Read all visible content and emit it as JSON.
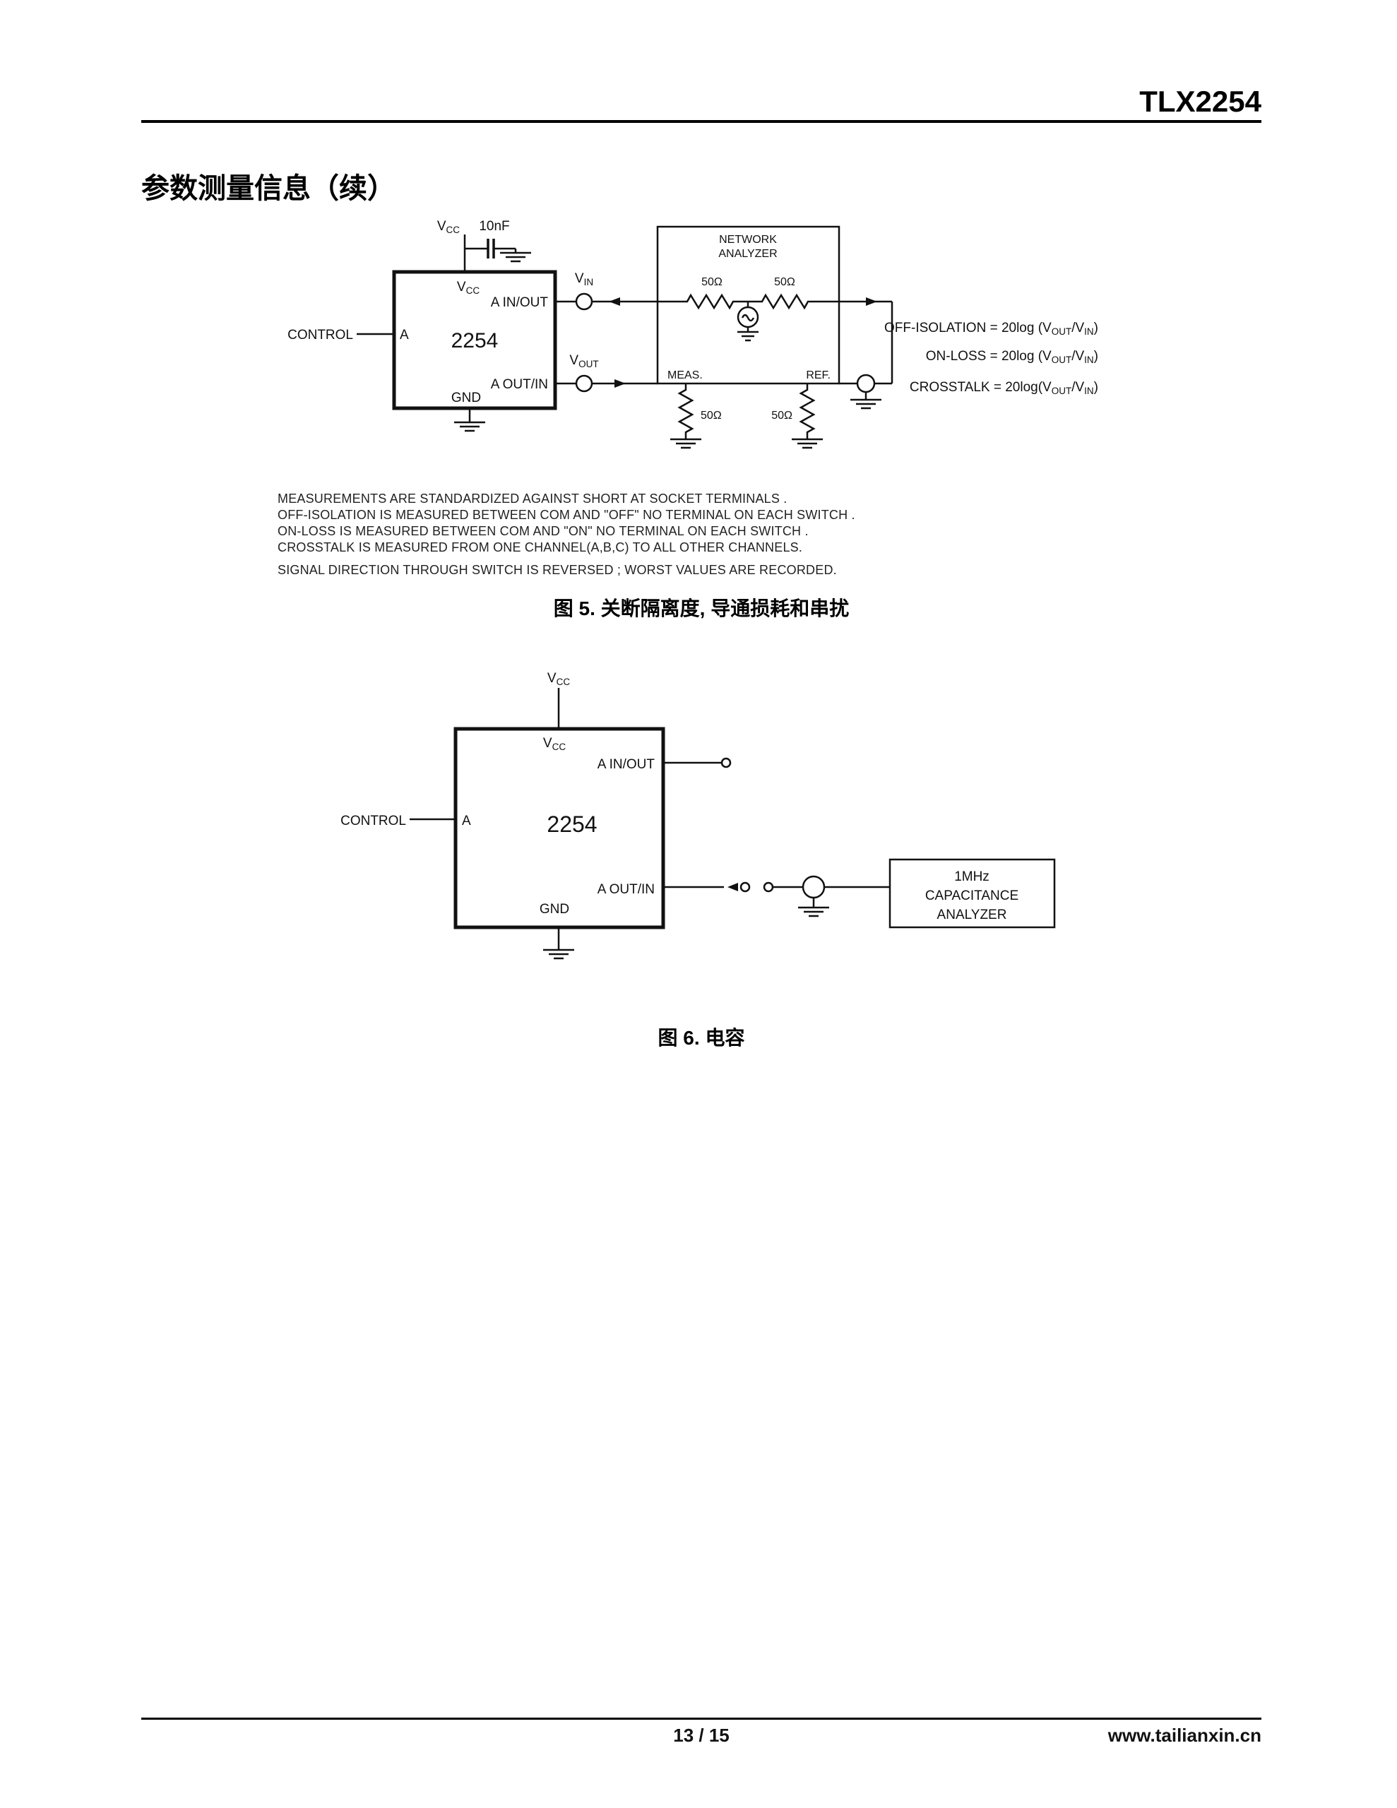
{
  "page": {
    "doc_title": "TLX2254",
    "section_title": "参数测量信息（续）",
    "footer": {
      "page_num": "13 / 15",
      "site": "www.tailianxin.cn"
    }
  },
  "sym": {
    "v": "V",
    "cc": "CC",
    "in": "IN",
    "out": "OUT"
  },
  "fig5": {
    "cap_value": "10nF",
    "chip": {
      "control": "CONTROL",
      "a": "A",
      "name": "2254",
      "ain": "A IN/OUT",
      "aout": "A OUT/IN",
      "gnd": "GND"
    },
    "analyzer": {
      "title1": "NETWORK",
      "title2": "ANALYZER",
      "r_left": "50Ω",
      "r_right": "50Ω",
      "meas": "MEAS.",
      "ref": "REF.",
      "r_meas": "50Ω",
      "r_ref": "50Ω"
    },
    "eqs": [
      {
        "pre": "OFF-ISOLATION = 20log (V",
        "sub1": "OUT",
        "mid": "/V",
        "sub2": "IN",
        "post": ")"
      },
      {
        "pre": "ON-LOSS = 20log (V",
        "sub1": "OUT",
        "mid": "/V",
        "sub2": "IN",
        "post": ")"
      },
      {
        "pre": "CROSSTALK = 20log(V",
        "sub1": "OUT",
        "mid": "/V",
        "sub2": "IN",
        "post": ")"
      }
    ],
    "notes": [
      "MEASUREMENTS ARE STANDARDIZED AGAINST SHORT AT SOCKET TERMINALS .",
      "OFF-ISOLATION IS MEASURED BETWEEN COM AND \"OFF\" NO TERMINAL ON EACH SWITCH .",
      "ON-LOSS IS MEASURED BETWEEN COM AND \"ON\" NO TERMINAL ON EACH SWITCH .",
      "CROSSTALK IS MEASURED FROM ONE CHANNEL(A,B,C) TO ALL OTHER CHANNELS.",
      "SIGNAL DIRECTION THROUGH SWITCH IS REVERSED ; WORST VALUES ARE RECORDED."
    ],
    "caption": "图 5. 关断隔离度, 导通损耗和串扰"
  },
  "fig6": {
    "chip": {
      "control": "CONTROL",
      "a": "A",
      "name": "2254",
      "ain": "A IN/OUT",
      "aout": "A OUT/IN",
      "gnd": "GND"
    },
    "analyzer": {
      "l1": "1MHz",
      "l2": "CAPACITANCE",
      "l3": "ANALYZER"
    },
    "caption": "图 6. 电容"
  }
}
